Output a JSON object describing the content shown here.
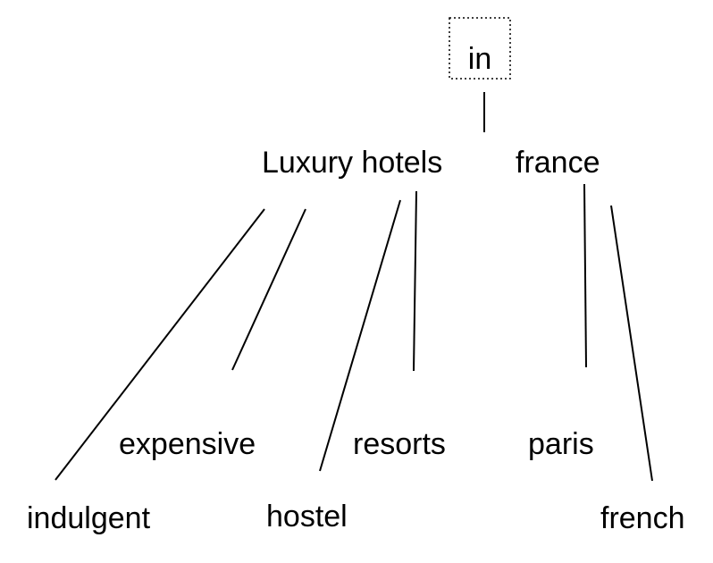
{
  "root": {
    "label": "in"
  },
  "phrases": {
    "luxury_hotels": "Luxury hotels",
    "france": "france"
  },
  "luxury_hotels_terms": {
    "indulgent": "indulgent",
    "expensive": "expensive",
    "hostel": "hostel",
    "resorts": "resorts"
  },
  "france_terms": {
    "paris": "paris",
    "french": "french"
  },
  "style": {
    "line_color": "#000000",
    "text_color": "#000000",
    "background": "#ffffff"
  }
}
